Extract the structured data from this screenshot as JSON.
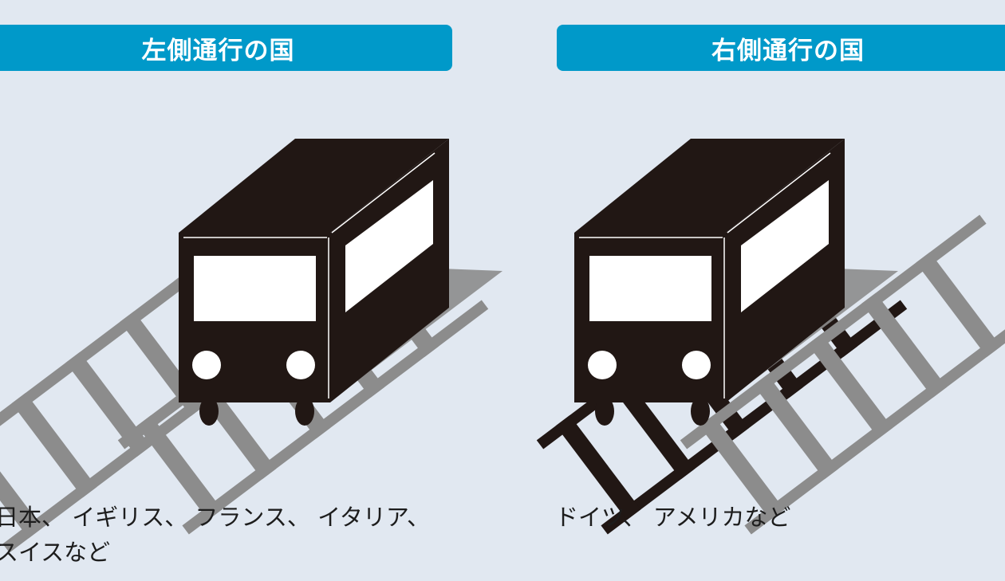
{
  "colors": {
    "background": "#e1e8f1",
    "banner": "#0099c9",
    "train": "#211714",
    "rail": "#8c8c8c"
  },
  "left_panel": {
    "title": "左側通行の国",
    "caption_lines": [
      "日本、 イギリス、 フランス、 イタリア、",
      "スイスなど"
    ]
  },
  "right_panel": {
    "title": "右側通行の国",
    "caption_lines": [
      "ドイツ、 アメリカなど"
    ]
  }
}
